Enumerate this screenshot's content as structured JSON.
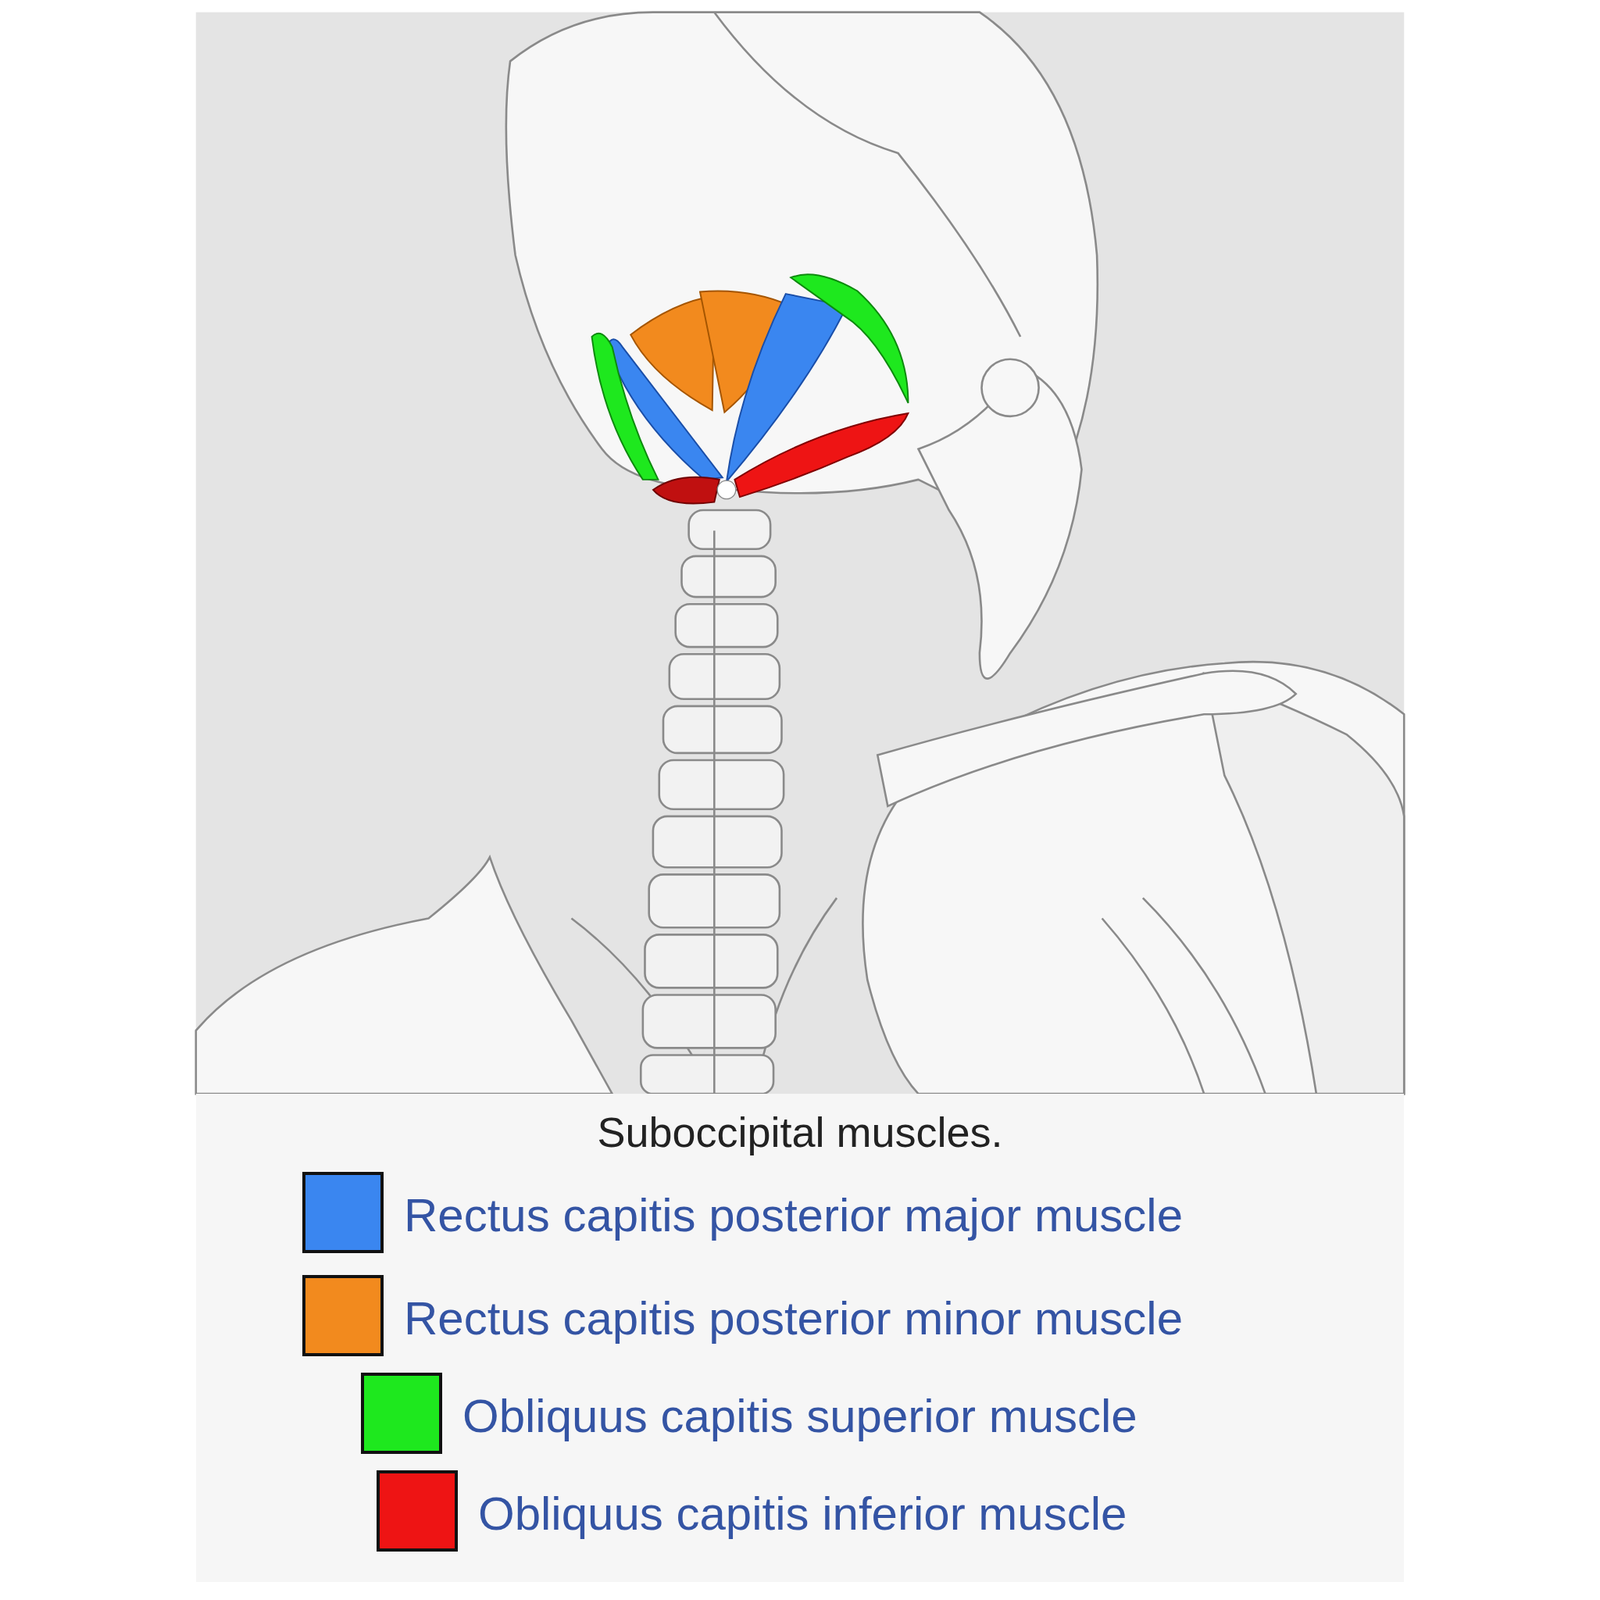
{
  "diagram": {
    "title": "Suboccipital muscles.",
    "legend": [
      {
        "text": "Rectus capitis posterior major muscle",
        "color": "#3a86f0"
      },
      {
        "text": "Rectus capitis posterior minor muscle",
        "color": "#f28a1e"
      },
      {
        "text": "Obliquus capitis superior muscle",
        "color": "#1ee81e"
      },
      {
        "text": "Obliquus capitis inferior muscle",
        "color": "#ee1414"
      }
    ]
  }
}
